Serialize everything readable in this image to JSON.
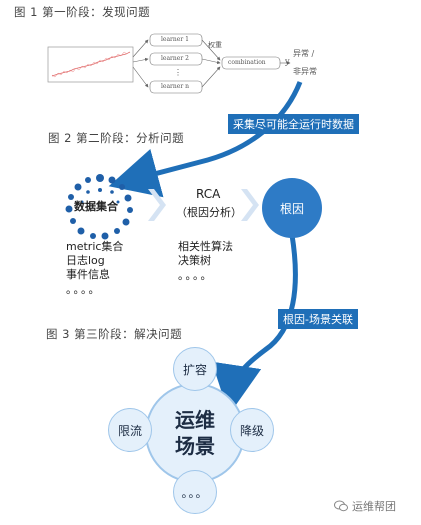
{
  "stage1": {
    "caption": "图 1 第一阶段：发现问题",
    "learners": [
      "learner 1",
      "learner 2",
      "⋮",
      "learner n"
    ],
    "weight_label": "权重",
    "combination_label": "combination",
    "output_symbol": "y",
    "result_label_1": "异常 /",
    "result_label_2": "非异常"
  },
  "collect_label": "采集尽可能全运行时数据",
  "stage2": {
    "caption": "图 2 第二阶段：分析问题",
    "data_set_label": "数据集合",
    "data_items": [
      "metric集合",
      "日志log",
      "事件信息",
      "。。。。"
    ],
    "rca_title": "RCA",
    "rca_subtitle": "（根因分析）",
    "algo_items": [
      "相关性算法",
      "决策树",
      "。。。。"
    ],
    "root_cause_label": "根因"
  },
  "link_label": "根因-场景关联",
  "stage3": {
    "caption": "图 3 第三阶段：解决问题",
    "center_line1": "运维",
    "center_line2": "场景",
    "top": "扩容",
    "left": "限流",
    "right": "降级",
    "bottom": "。。。"
  },
  "watermark": "运维帮团",
  "colors": {
    "accent": "#1f6fb8",
    "root_cause": "#2e7bc6",
    "dots": "#1f5fa8",
    "chevron": "#d5e3f3"
  }
}
